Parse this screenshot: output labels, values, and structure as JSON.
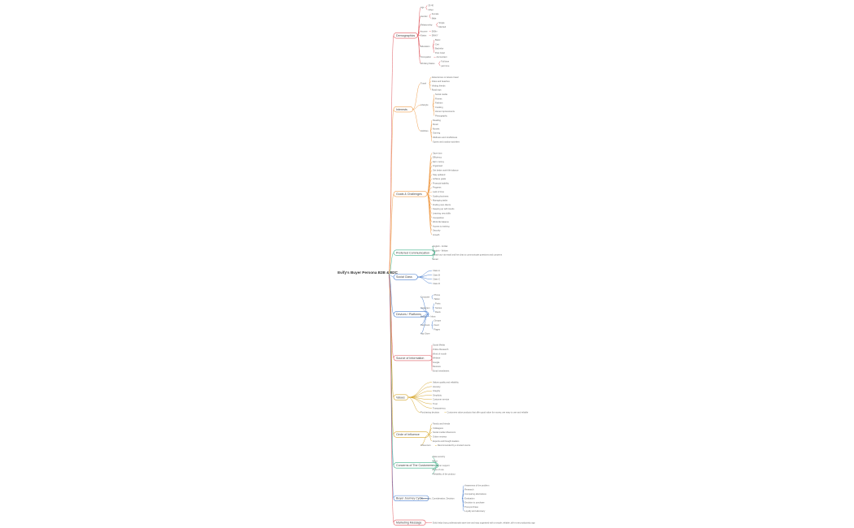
{
  "root": "Evify's Buyer Persona B2B & B2C",
  "branches": [
    {
      "label": "Demographics",
      "color": "#e05c63",
      "sub": [
        {
          "label": "Age",
          "items": [
            "20-40",
            "Other"
          ]
        },
        {
          "label": "Gender",
          "items": [
            "Female",
            "Male"
          ]
        },
        {
          "label": "Relationship",
          "items": [
            "Single",
            "Married"
          ]
        },
        {
          "label": "Income",
          "items": [
            "500k+"
          ]
        },
        {
          "label": "Status",
          "items": [
            "DINKY"
          ]
        },
        {
          "label": "Education",
          "items": [
            "Basic",
            "Cert",
            "Bachelor",
            "Post Grad"
          ]
        },
        {
          "label": "Occupation",
          "items": [
            "Accountant"
          ]
        },
        {
          "label": "Working Status",
          "items": [
            "Full time",
            "part time"
          ]
        }
      ]
    },
    {
      "label": "Interests",
      "color": "#f0a050",
      "sub": [
        {
          "label": "Travel",
          "items": [
            "Adventurous or leisure travel",
            "Cities and beaches",
            "Visiting friends",
            "Road trips"
          ]
        },
        {
          "label": "Lifestyle",
          "items": [
            "Social media",
            "Fitness",
            "Fashion",
            "Cooking",
            "Home improvements",
            "Photography"
          ]
        },
        {
          "label": "Hobbies",
          "items": [
            "Reading",
            "Music",
            "Movies",
            "Gaming",
            "Wellness and mindfulness",
            "Sports and outdoor activities"
          ]
        }
      ]
    },
    {
      "label": "Goals & Challenges",
      "color": "#f0a050",
      "sub": [
        {
          "label": "",
          "items": [
            "Save time",
            "Efficiency",
            "Earn money",
            "Organised",
            "Get better work-life balance",
            "Stay updated",
            "Achieve goals",
            "Financial stability",
            "Progress",
            "Lack of time",
            "Scaling business",
            "Managing tasks",
            "Finding new clients",
            "Keeping up with trends",
            "Learning new skills",
            "Competition",
            "Work life balance",
            "Access to training",
            "Security",
            "Growth"
          ]
        }
      ]
    },
    {
      "label": "Preferred Communication",
      "color": "#3fb28a",
      "sub": [
        {
          "label": "",
          "items": [
            "English - Verbal",
            "English - Written",
            "Reach out via email and live chat to communicate questions and concerns",
            "Email"
          ]
        }
      ]
    },
    {
      "label": "Social Class",
      "color": "#4a7fd0",
      "sub": [
        {
          "label": "",
          "items": [
            "Class A",
            "Class B",
            "Class C",
            "Class D"
          ]
        }
      ]
    },
    {
      "label": "Devices / Platforms",
      "color": "#4a7fd0",
      "sub": [
        {
          "label": "Computer",
          "items": [
            "Phone",
            "Tablet"
          ]
        },
        {
          "label": "Instagram",
          "items": [
            "Posts",
            "Stories",
            "Reels"
          ]
        },
        {
          "label": "Gmail",
          "items": [
            "Inbox"
          ]
        },
        {
          "label": "Facebook",
          "items": [
            "Groups",
            "Feed",
            "Pages"
          ]
        },
        {
          "label": "App Store",
          "items": []
        }
      ]
    },
    {
      "label": "Source of Information",
      "color": "#e05c63",
      "sub": [
        {
          "label": "",
          "items": [
            "Social Media",
            "Online Research",
            "Word of mouth",
            "Website",
            "Google",
            "Reviews",
            "Email newsletters"
          ]
        }
      ]
    },
    {
      "label": "Values",
      "color": "#d6a72c",
      "sub": [
        {
          "label": "",
          "items": [
            "Values quality and reliability",
            "Honesty",
            "Integrity",
            "Simplicity",
            "Customer service",
            "Trust",
            "Transparency"
          ]
        },
        {
          "label": "Purchasing decision",
          "items": [
            "Customers value products that offer good value for money, are easy to use and reliable"
          ]
        }
      ]
    },
    {
      "label": "Circle of Influence",
      "color": "#d6a72c",
      "sub": [
        {
          "label": "",
          "items": [
            "Family and friends",
            "Colleagues",
            "Social media influencers",
            "Online reviews",
            "Experts and thought leaders"
          ]
        },
        {
          "label": "Influencers",
          "items": [
            "Recommended by a trusted source"
          ]
        }
      ]
    },
    {
      "label": "Concerns of The Customers",
      "color": "#3fb28a",
      "sub": [
        {
          "label": "",
          "items": [
            "Data security",
            "Price",
            "Customer support",
            "Ease of use",
            "Reliability of the product"
          ]
        }
      ]
    },
    {
      "label": "Buyer Journey Cycle",
      "color": "#4a7fd0",
      "sub": [
        {
          "label": "Awareness, Consideration, Decision",
          "items": [
            "Awareness of the problem",
            "Research",
            "Comparing alternatives",
            "Evaluation",
            "Decision to purchase",
            "Post-purchase",
            "Loyalty and advocacy"
          ]
        }
      ]
    },
    {
      "label": "Marketing Message",
      "color": "#e05c63",
      "sub": [
        {
          "label": "",
          "items": [
            "Evify helps busy professionals save time and stay organised with a simple, reliable, all-in-one productivity app"
          ]
        }
      ]
    }
  ]
}
